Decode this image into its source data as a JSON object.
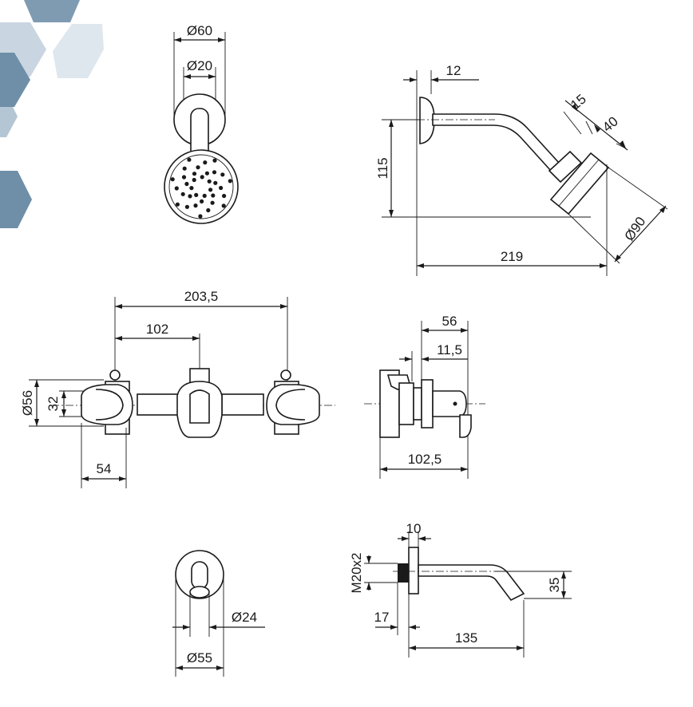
{
  "colors": {
    "line": "#1a1a1a",
    "hex_dark": "#6f8fa8",
    "hex_mid": "#a9bfcf",
    "hex_light": "#d3dee7",
    "background": "#ffffff"
  },
  "shower_head_front": {
    "outer_diameter": "Ø60",
    "inner_diameter": "Ø20"
  },
  "shower_arm_side": {
    "flange_width": "12",
    "height": "115",
    "angle_offset": "15",
    "head_depth": "40",
    "head_diameter": "Ø90",
    "length": "219"
  },
  "mixer_front": {
    "total_width": "203,5",
    "spacing": "102",
    "handle_diameter": "Ø56",
    "center_height": "32",
    "handle_width": "54"
  },
  "mixer_side": {
    "depth": "56",
    "offset": "11,5",
    "total_depth": "102,5"
  },
  "spout_front": {
    "outlet_diameter": "Ø24",
    "flange_diameter": "Ø55"
  },
  "spout_side": {
    "flange_thickness": "10",
    "thread": "M20x2",
    "thread_length": "17",
    "projection": "135",
    "drop": "35"
  }
}
